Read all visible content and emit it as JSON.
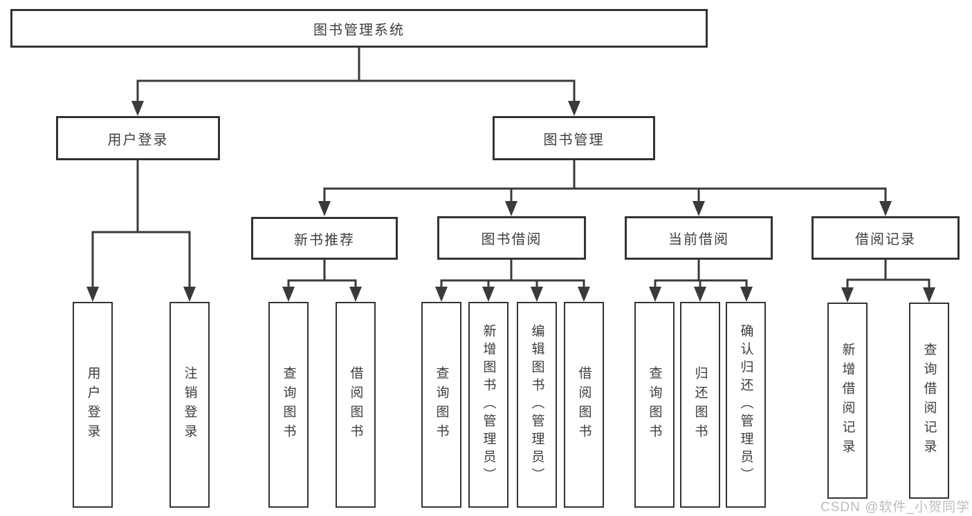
{
  "nodes": {
    "root": "图书管理系统",
    "level2": [
      "用户登录",
      "图书管理"
    ],
    "level3": [
      "新书推荐",
      "图书借阅",
      "当前借阅",
      "借阅记录"
    ],
    "leaves_user_login": [
      "用户登录",
      "注销登录"
    ],
    "leaves_new_book": [
      "查询图书",
      "借阅图书"
    ],
    "leaves_book_borrow": [
      "查询图书",
      "新增图书（管理员）",
      "编辑图书（管理员）",
      "借阅图书"
    ],
    "leaves_current_borrow": [
      "查询图书",
      "归还图书",
      "确认归还（管理员）"
    ],
    "leaves_borrow_record": [
      "新增借阅记录",
      "查询借阅记录"
    ]
  },
  "watermark": "CSDN @软件_小贺同学",
  "colors": {
    "line": "#3a3a3a",
    "border": "#333333",
    "text": "#3d3d3d",
    "watermark": "#bcbcbc",
    "background": "#ffffff"
  }
}
